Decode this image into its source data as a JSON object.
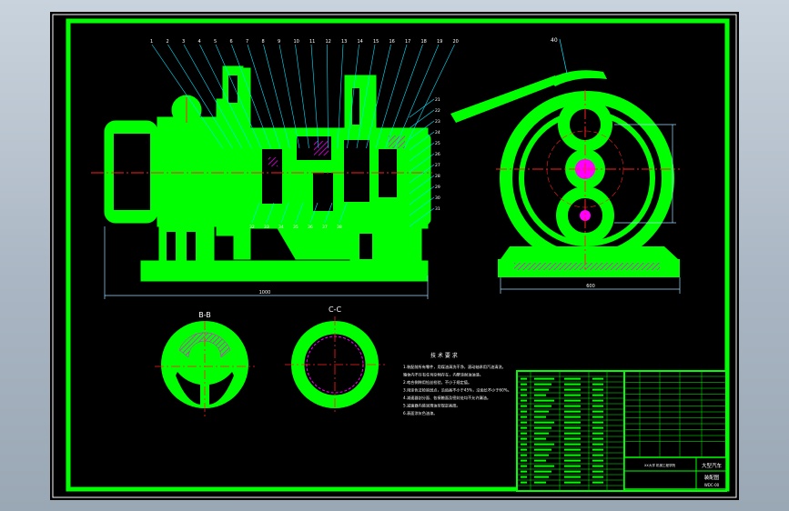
{
  "colors": {
    "outline": "#00ff00",
    "callout": "#00e5ff",
    "hatch": "#ff00ff",
    "center": "#ff2020",
    "dimension": "#9fd8ff",
    "text": "#ffffff",
    "paper": "#000000"
  },
  "front_view": {
    "callouts": [
      "1",
      "2",
      "3",
      "4",
      "5",
      "6",
      "7",
      "8",
      "9",
      "10",
      "11",
      "12",
      "13",
      "14",
      "15",
      "16",
      "17",
      "18",
      "19",
      "20"
    ],
    "right_callouts": [
      "21",
      "22",
      "23",
      "24",
      "25",
      "26",
      "27",
      "28",
      "29",
      "30",
      "31"
    ],
    "bottom_callouts": [
      "32",
      "33",
      "34",
      "35",
      "36",
      "37",
      "38"
    ],
    "overall_dimension": "1000"
  },
  "side_view": {
    "callout": "40",
    "width_dimension": "600"
  },
  "sections": {
    "b": {
      "label": "B-B"
    },
    "c": {
      "label": "C-C"
    }
  },
  "notes": {
    "title": "技 术 要 求",
    "lines": [
      "1.装配前所有零件，用煤油清洗干净，滚动轴承用汽油清洗，",
      "  箱体内不许有任何杂物存在，内壁涂耐油油漆。",
      "2.啮合侧隙用铅丝检验，不小于规定值。",
      "3.用涂色法检验斑点，沿齿高不小于45%，沿齿长不小于60%。",
      "4.减速器剖分面、各接触面及密封处均不允许漏油。",
      "5.减速器内装润滑油至规定高度。",
      "6.表面涂灰色油漆。"
    ]
  },
  "title_block": {
    "name": "大型汽车",
    "drawing": "装配图",
    "code": "WDC-00",
    "company": "XX大学 机械工程学院"
  }
}
